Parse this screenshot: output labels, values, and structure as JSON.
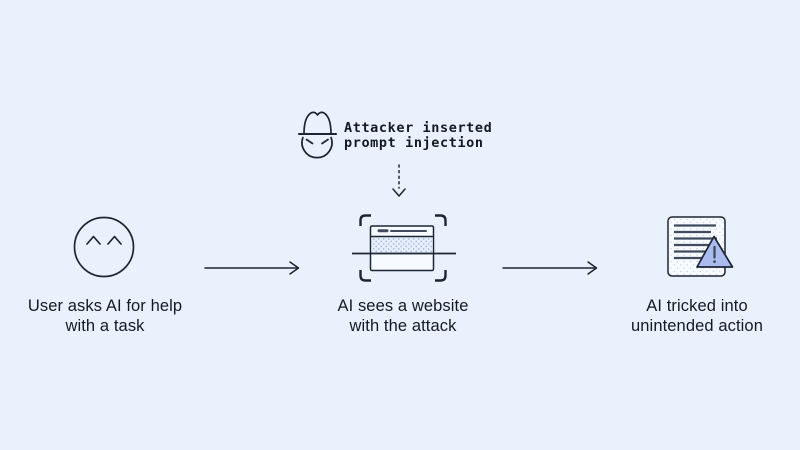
{
  "diagram": {
    "title": "prompt-injection-attack-flow",
    "attacker": {
      "icon": "spy-hat-icon",
      "label": "Attacker inserted\nprompt injection",
      "connector": "dotted-arrow-down"
    },
    "steps": [
      {
        "id": "user",
        "icon": "smiley-face-icon",
        "label": "User asks AI for help\nwith a task"
      },
      {
        "id": "website",
        "icon": "scanned-website-icon",
        "label": "AI sees a website\nwith the attack"
      },
      {
        "id": "outcome",
        "icon": "document-warning-icon",
        "label": "AI tricked into\nunintended action"
      }
    ],
    "connectors": [
      "arrow-right",
      "arrow-right"
    ]
  },
  "colors": {
    "background": "#e9f2fc",
    "stroke": "#1d2433",
    "panel_fill": "#f7fafe",
    "stipple_band": "#e7eefb",
    "stipple_dot": "#9db3d6",
    "triangle_fill": "#a9bbef",
    "doc_line": "#414b5e",
    "text": "#141923"
  }
}
